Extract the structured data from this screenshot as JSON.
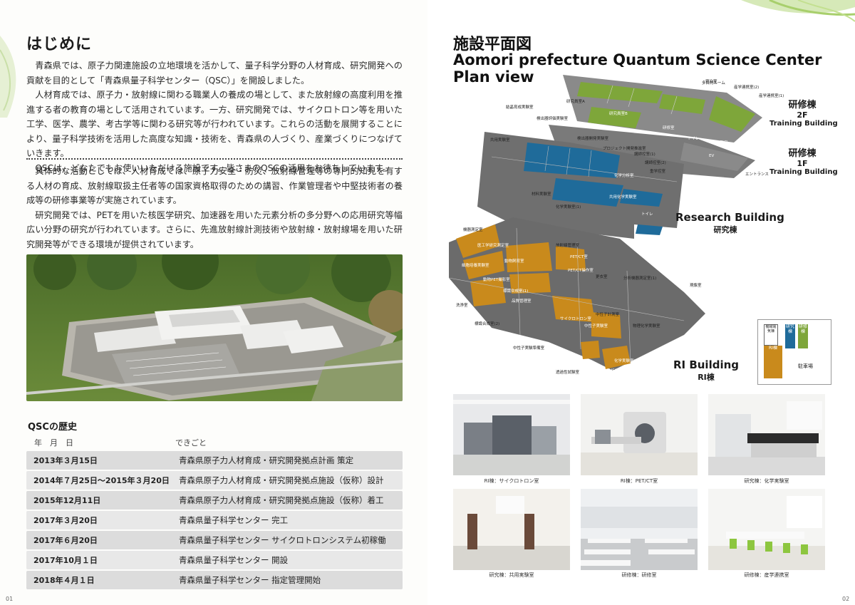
{
  "left": {
    "heading": "はじめに",
    "intro_paragraphs": [
      "青森県では、原子力関連施設の立地環境を活かして、量子科学分野の人材育成、研究開発への貢献を目的として「青森県量子科学センター（QSC）」を開設しました。",
      "人材育成では、原子力・放射線に関わる職業人の養成の場として、また放射線の高度利用を推進する者の教育の場として活用されています。一方、研究開発では、サイクロトロン等を用いた工学、医学、農学、考古学等に関わる研究等が行われています。これらの活動を展開することにより、量子科学技術を活用した高度な知識・技術を、青森県の人づくり、産業づくりにつなげていきます。",
      "QSCは、どなたでもお使いいただける施設です。皆さまのQSCの活用をお待ちしています。"
    ],
    "activity_paragraphs": [
      "具体的な活動としては、人材育成では、原子力安全・防災、放射線管理等の専門的知見を有する人材の育成、放射線取扱主任者等の国家資格取得のための講習、作業管理者や中堅技術者の養成等の研修事業等が実施されています。",
      "研究開発では、PETを用いた核医学研究、加速器を用いた元素分析の多分野への応用研究等幅広い分野の研究が行われています。さらに、先進放射線計測技術や放射線・放射線場を用いた研究開発等ができる環境が提供されています。"
    ],
    "history": {
      "title": "QSCの歴史",
      "col_date": "年　月　日",
      "col_event": "できごと",
      "rows": [
        {
          "date": "2013年３月15日",
          "event": "青森県原子力人材育成・研究開発拠点計画 策定"
        },
        {
          "date": "2014年７月25日～2015年３月20日",
          "event": "青森県原子力人材育成・研究開発拠点施設（仮称）設計"
        },
        {
          "date": "2015年12月11日",
          "event": "青森県原子力人材育成・研究開発拠点施設（仮称）着工"
        },
        {
          "date": "2017年３月20日",
          "event": "青森県量子科学センター 完工"
        },
        {
          "date": "2017年６月20日",
          "event": "青森県量子科学センター サイクロトロンシステム初稼働"
        },
        {
          "date": "2017年10月１日",
          "event": "青森県量子科学センター 開設"
        },
        {
          "date": "2018年４月１日",
          "event": "青森県量子科学センター 指定管理開始"
        }
      ]
    },
    "page_number": "01"
  },
  "right": {
    "title_jp": "施設平面図",
    "title_en_1": "Aomori prefecture Quantum Science Center",
    "title_en_2": "Plan view",
    "training_2f": {
      "jp": "研修棟",
      "floor": "2F",
      "en": "Training Building"
    },
    "training_1f": {
      "jp": "研修棟",
      "floor": "1F",
      "en": "Training Building"
    },
    "research": {
      "en": "Research Building",
      "jp": "研究棟"
    },
    "ri": {
      "en": "RI Building",
      "jp": "RI棟"
    },
    "rooms_training": [
      "宿泊室",
      "多目的ルーム",
      "産学連携室(2)",
      "産学連携室(1)",
      "研究員室A",
      "研究員室B",
      "研修室",
      "トイレ",
      "事務室",
      "中央管理室",
      "エントランス",
      "EV"
    ],
    "rooms_research": [
      "結晶育成実験室",
      "検出器評価実験室",
      "検出器開発実験室",
      "プロジェクト開発推進室",
      "共用実験室",
      "講師控室(1)",
      "講師控室(2)",
      "重学控室",
      "化学分析室",
      "材料実験室",
      "共用化学実験室",
      "化学実験室(1)",
      "トイレ"
    ],
    "rooms_ri": [
      "機器測定室",
      "医工学研究測定室",
      "放射線管理室",
      "PET/CT室",
      "PET/CT操作室",
      "細胞培養実験室",
      "動物飼育室",
      "更衣室",
      "動物PET撮影室",
      "標識合成室(1)",
      "標識合成室(2)",
      "品質管理室",
      "サイクロトロン室",
      "分析機器測定室(1)",
      "現像室",
      "洗浄室",
      "中性子実験室",
      "中性子計測室",
      "物理化学実験室",
      "中性子実験準備室",
      "透過性試験室",
      "化学実験室(2)",
      "分析機器測定室(2)"
    ],
    "legend": {
      "mech": "機械電気棟",
      "research": "研究棟",
      "training": "研修棟",
      "ri": "RI棟",
      "parking": "駐車場"
    },
    "photos": [
      {
        "caption": "RI棟：サイクロトロン室"
      },
      {
        "caption": "RI棟：PET/CT室"
      },
      {
        "caption": "研究棟：化学実験室"
      },
      {
        "caption": "研究棟：共用実験室"
      },
      {
        "caption": "研修棟：研修室"
      },
      {
        "caption": "研修棟：産学連携室"
      }
    ],
    "page_number": "02"
  },
  "colors": {
    "training": "#7ea63a",
    "research": "#1f6b9a",
    "ri": "#c98a1c",
    "floor_gray": "#777777"
  }
}
